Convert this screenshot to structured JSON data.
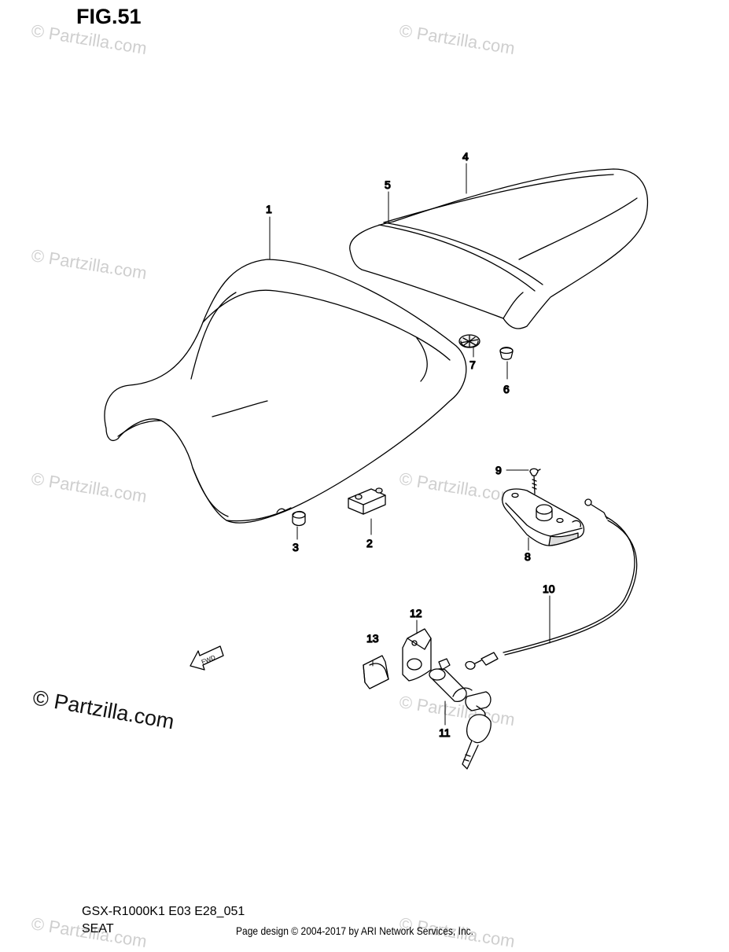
{
  "figure_title": "FIG.51",
  "watermark_text": "© Partzilla.com",
  "model_code": "GSX-R1000K1 E03 E28_051",
  "section_name": "SEAT",
  "credit": "Page design © 2004-2017 by ARI Network Services, Inc.",
  "fwd_label": "FWD",
  "callouts": [
    {
      "id": "1",
      "label": "1"
    },
    {
      "id": "2",
      "label": "2"
    },
    {
      "id": "3",
      "label": "3"
    },
    {
      "id": "4",
      "label": "4"
    },
    {
      "id": "5",
      "label": "5"
    },
    {
      "id": "6",
      "label": "6"
    },
    {
      "id": "7",
      "label": "7"
    },
    {
      "id": "8",
      "label": "8"
    },
    {
      "id": "9",
      "label": "9"
    },
    {
      "id": "10",
      "label": "10"
    },
    {
      "id": "11",
      "label": "11"
    },
    {
      "id": "12",
      "label": "12"
    },
    {
      "id": "13",
      "label": "13"
    }
  ]
}
